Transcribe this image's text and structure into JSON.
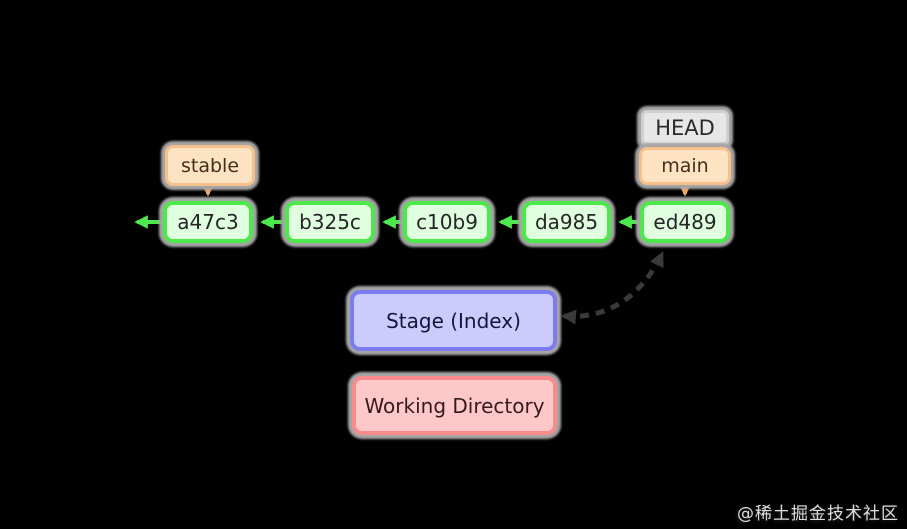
{
  "commits": [
    {
      "label": "a47c3"
    },
    {
      "label": "b325c"
    },
    {
      "label": "c10b9"
    },
    {
      "label": "da985"
    },
    {
      "label": "ed489"
    }
  ],
  "labels": {
    "head": "HEAD",
    "branch_stable": "stable",
    "branch_main": "main"
  },
  "areas": {
    "stage": "Stage (Index)",
    "working_directory": "Working Directory"
  },
  "watermark": "@稀土掘金技术社区",
  "colors": {
    "background": "#000000",
    "commit_fill": "#dfffdf",
    "commit_border": "#4ce84c",
    "branch_fill": "#fde3c2",
    "branch_border": "#f7c08b",
    "head_fill": "#e7e7e7",
    "head_border": "#cfcfcf",
    "stage_fill": "#ccccfc",
    "stage_border": "#7c7cf0",
    "working_fill": "#ffc8c8",
    "working_border": "#f88b8b",
    "edge_green": "#4ce84c",
    "edge_orange": "#f6a55c",
    "dashed_arrow": "#3a3a3a",
    "shadow": "#a5a5a5"
  }
}
